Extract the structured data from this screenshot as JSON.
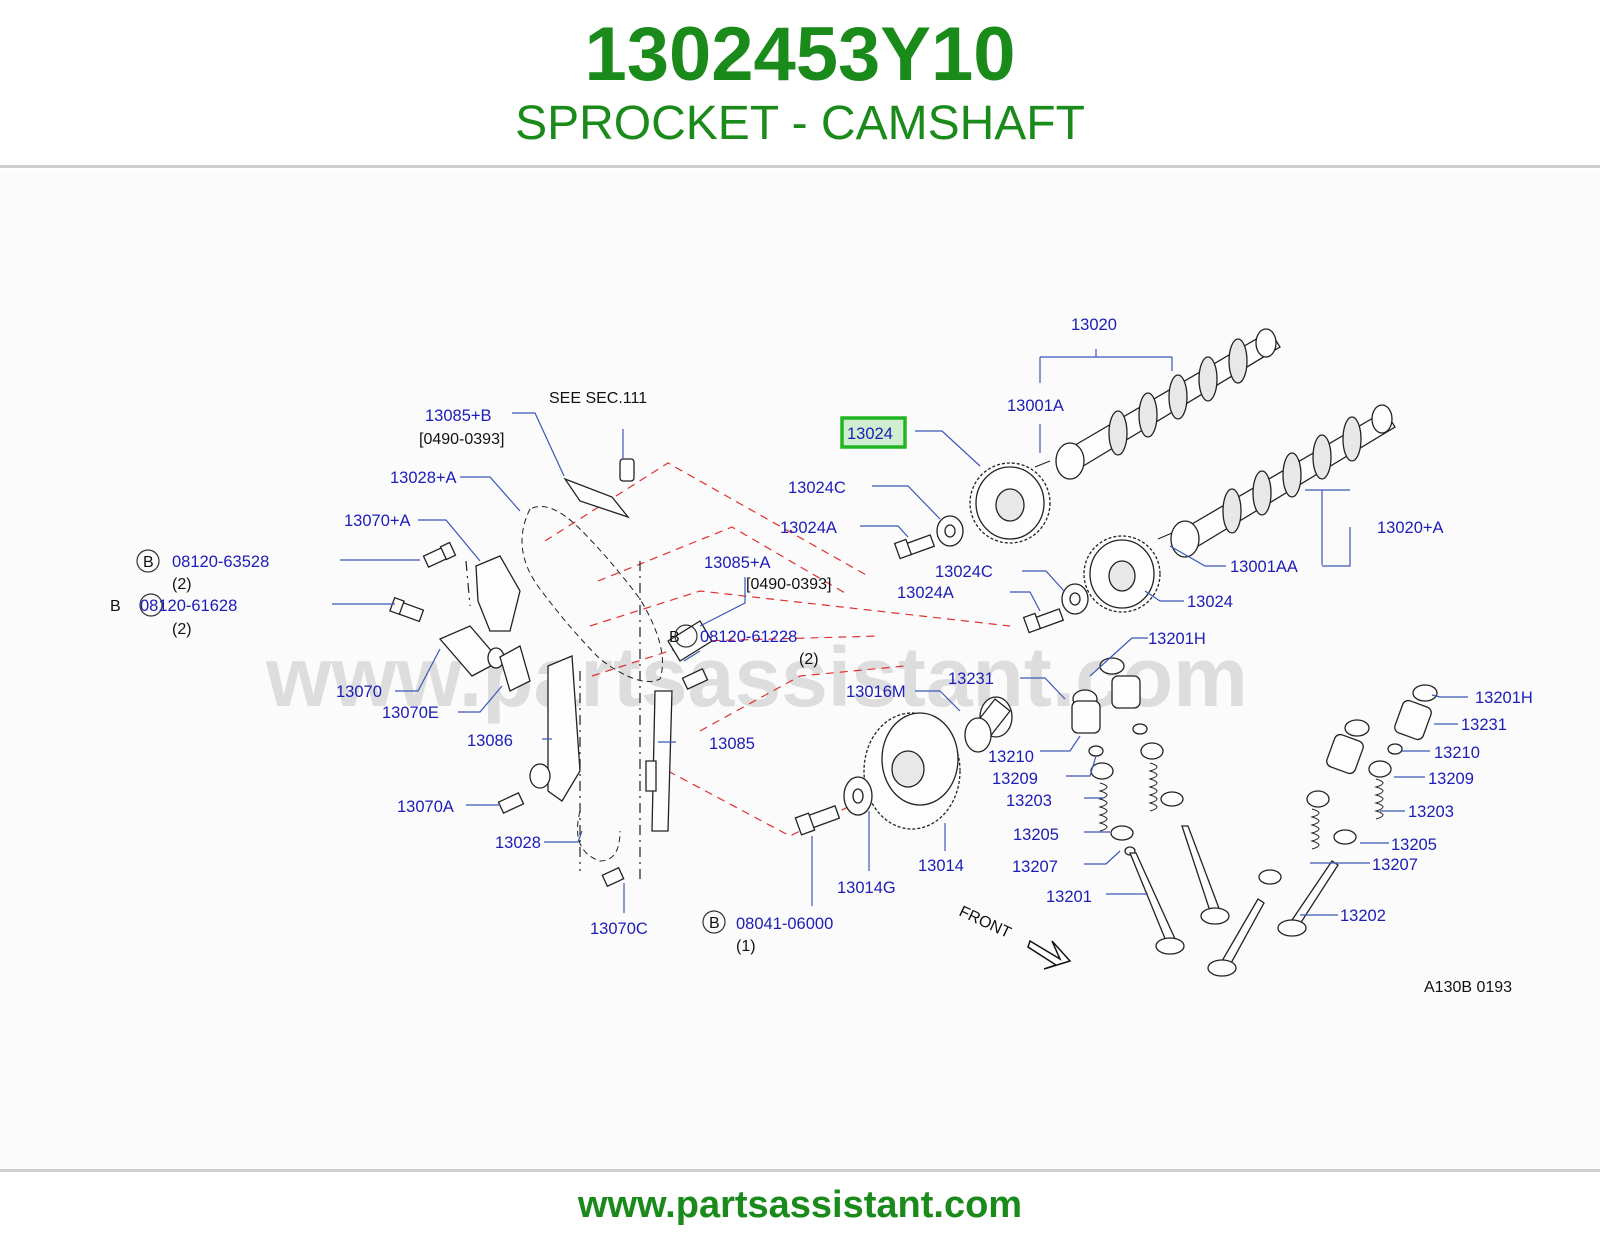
{
  "header": {
    "part_number": "1302453Y10",
    "part_name": "SPROCKET - CAMSHAFT"
  },
  "footer": {
    "url": "www.partsassistant.com"
  },
  "watermark": "www.partsassistant.com",
  "highlighted_callout": "13024",
  "diagram_code": "A130B   0193",
  "front_label": "FRONT",
  "see_section": "SEE   SEC.111",
  "callouts": {
    "c13020": "13020",
    "c13001A": "13001A",
    "c13024_top": "13024",
    "c13024C_top": "13024C",
    "c13024A_top": "13024A",
    "c13020A": "13020+A",
    "c13001AA": "13001AA",
    "c13024C_low": "13024C",
    "c13024A_low": "13024A",
    "c13024_low": "13024",
    "c13201H_mid": "13201H",
    "c13231_mid": "13231",
    "c13016M": "13016M",
    "c13210_mid": "13210",
    "c13209_mid": "13209",
    "c13203_mid": "13203",
    "c13205_mid": "13205",
    "c13207_mid": "13207",
    "c13201": "13201",
    "c13014": "13014",
    "c13014G": "13014G",
    "c08041": "08041-06000",
    "c08041_qty": "(1)",
    "c13201H_r": "13201H",
    "c13231_r": "13231",
    "c13210_r": "13210",
    "c13209_r": "13209",
    "c13203_r": "13203",
    "c13205_r": "13205",
    "c13207_r": "13207",
    "c13202": "13202",
    "c13085B": "13085+B",
    "c13085B_range": "[0490-0393]",
    "c13028A": "13028+A",
    "c13070A_top": "13070+A",
    "c08120_63528": "08120-63528",
    "c08120_63528_qty": "(2)",
    "c08120_61628": "08120-61628",
    "c08120_61628_qty": "(2)",
    "c13085A": "13085+A",
    "c13085A_range": "[0490-0393]",
    "c08120_61228": "08120-61228",
    "c08120_61228_qty": "(2)",
    "c13070": "13070",
    "c13070E": "13070E",
    "c13086": "13086",
    "c13085": "13085",
    "c13070A": "13070A",
    "c13028": "13028",
    "c13070C": "13070C",
    "b_mark": "B"
  },
  "colors": {
    "title_green": "#1a8a1a",
    "callout_blue": "#1c1cb8",
    "highlight_border": "#22b522",
    "highlight_fill": "#cfeecf",
    "phantom_red": "#e03030"
  }
}
